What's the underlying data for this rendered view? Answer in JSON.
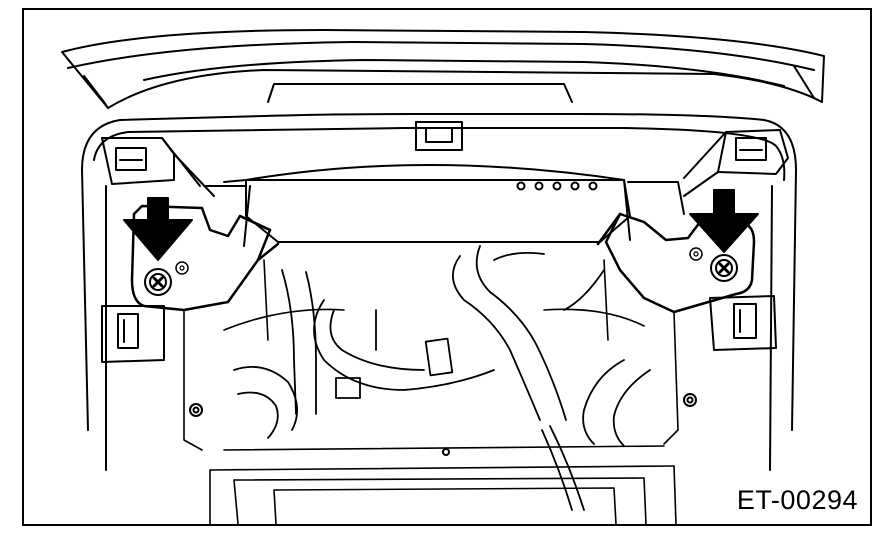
{
  "figure": {
    "code": "ET-00294",
    "line_color": "#000000",
    "background": "#ffffff"
  },
  "callouts": [
    {
      "icon": "arrow-down-icon",
      "target": "screw-icon",
      "side": "left"
    },
    {
      "icon": "arrow-down-icon",
      "target": "screw-icon",
      "side": "right"
    }
  ]
}
